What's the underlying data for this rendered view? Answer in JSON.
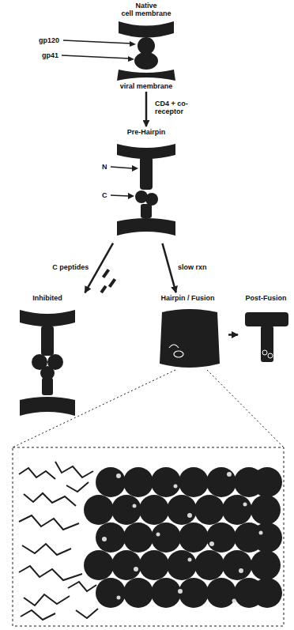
{
  "diagram": {
    "nodes": [
      {
        "text": [
          "Native",
          "cell membrane"
        ]
      },
      {
        "text": [
          "Pre-Hairpin"
        ]
      },
      {
        "text": [
          "Inhibited"
        ]
      },
      {
        "text": [
          "Hairpin / Fusion"
        ]
      },
      {
        "text": [
          "Post-Fusion"
        ]
      }
    ],
    "edges": [
      {
        "from": 0,
        "to": 1,
        "arrow": "to",
        "label": "CD4 + co-receptor"
      },
      {
        "from": 1,
        "to": 2,
        "arrow": "to",
        "label": "C peptides"
      },
      {
        "from": 1,
        "to": 3,
        "arrow": "to",
        "label": "slow rxn"
      },
      {
        "from": 3,
        "to": 4,
        "arrow": "to"
      }
    ],
    "labels": [
      "gp120",
      "gp41",
      "viral membrane",
      "N",
      "C"
    ]
  }
}
